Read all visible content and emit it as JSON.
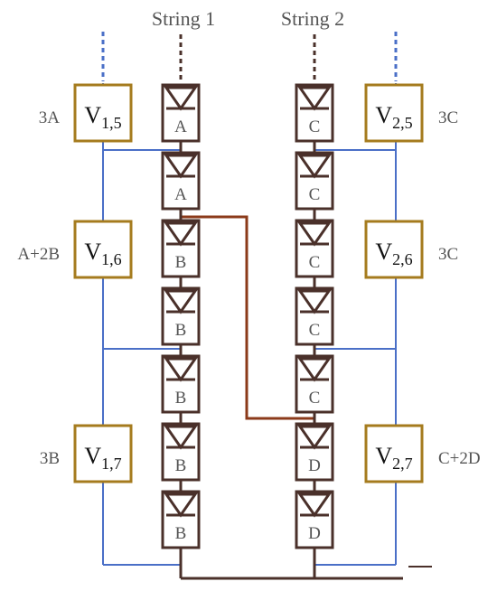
{
  "strings": [
    {
      "title": "String 1",
      "cells": [
        "A",
        "A",
        "B",
        "B",
        "B",
        "B",
        "B"
      ]
    },
    {
      "title": "String 2",
      "cells": [
        "C",
        "C",
        "C",
        "C",
        "C",
        "D",
        "D"
      ]
    }
  ],
  "left_monitors": [
    {
      "name": "V",
      "sub": "1,5",
      "expression": "3A"
    },
    {
      "name": "V",
      "sub": "1,6",
      "expression": "A+2B"
    },
    {
      "name": "V",
      "sub": "1,7",
      "expression": "3B"
    }
  ],
  "right_monitors": [
    {
      "name": "V",
      "sub": "2,5",
      "expression": "3C"
    },
    {
      "name": "V",
      "sub": "2,6",
      "expression": "3C"
    },
    {
      "name": "V",
      "sub": "2,7",
      "expression": "C+2D"
    }
  ],
  "colors": {
    "cell_stroke": "#4a302a",
    "monitor_stroke": "#a57b1e",
    "wire_blue": "#4a6fc7",
    "wire_cross": "#8b3a1a",
    "text": "#555555",
    "bus": "#4a302a"
  }
}
